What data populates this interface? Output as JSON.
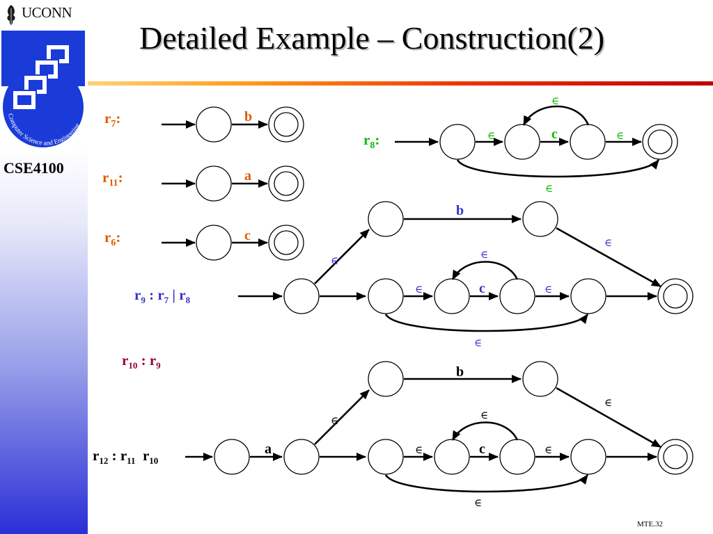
{
  "slide": {
    "title": "Detailed Example – Construction(2)",
    "course": "CSE4100",
    "footer": "MTE.32",
    "brand": "UCONN",
    "badge_text": "Computer Science and Engineering"
  },
  "colors": {
    "orange_label": "#e05a00",
    "green_label": "#00cc00",
    "blue_label": "#3333cc",
    "red_label": "#990033",
    "epsilon_green": "#00bb00",
    "epsilon_blue": "#3333cc",
    "symbol_red": "#e05a00",
    "badge_blue": "#1a3bd8"
  },
  "symbols": {
    "epsilon": "∈",
    "a": "a",
    "b": "b",
    "c": "c"
  },
  "labels": {
    "r7": {
      "main": "r",
      "sub": "7",
      "suffix": ":"
    },
    "r11": {
      "main": "r",
      "sub": "11",
      "suffix": ":"
    },
    "r6": {
      "main": "r",
      "sub": "6",
      "suffix": ":"
    },
    "r8": {
      "main": "r",
      "sub": "8",
      "suffix": ":"
    },
    "r9": {
      "r": "r",
      "r9sub": "9",
      "colon": " : ",
      "r7sub": "7",
      "bar": " | ",
      "r8sub": "8"
    },
    "r10": {
      "r": "r",
      "r10sub": "10",
      "colon": " : ",
      "r9sub": "9"
    },
    "r12": {
      "r": "r",
      "r12sub": "12",
      "colon": " : ",
      "r11sub": "11",
      "gap": "  ",
      "r10sub": "10"
    }
  }
}
